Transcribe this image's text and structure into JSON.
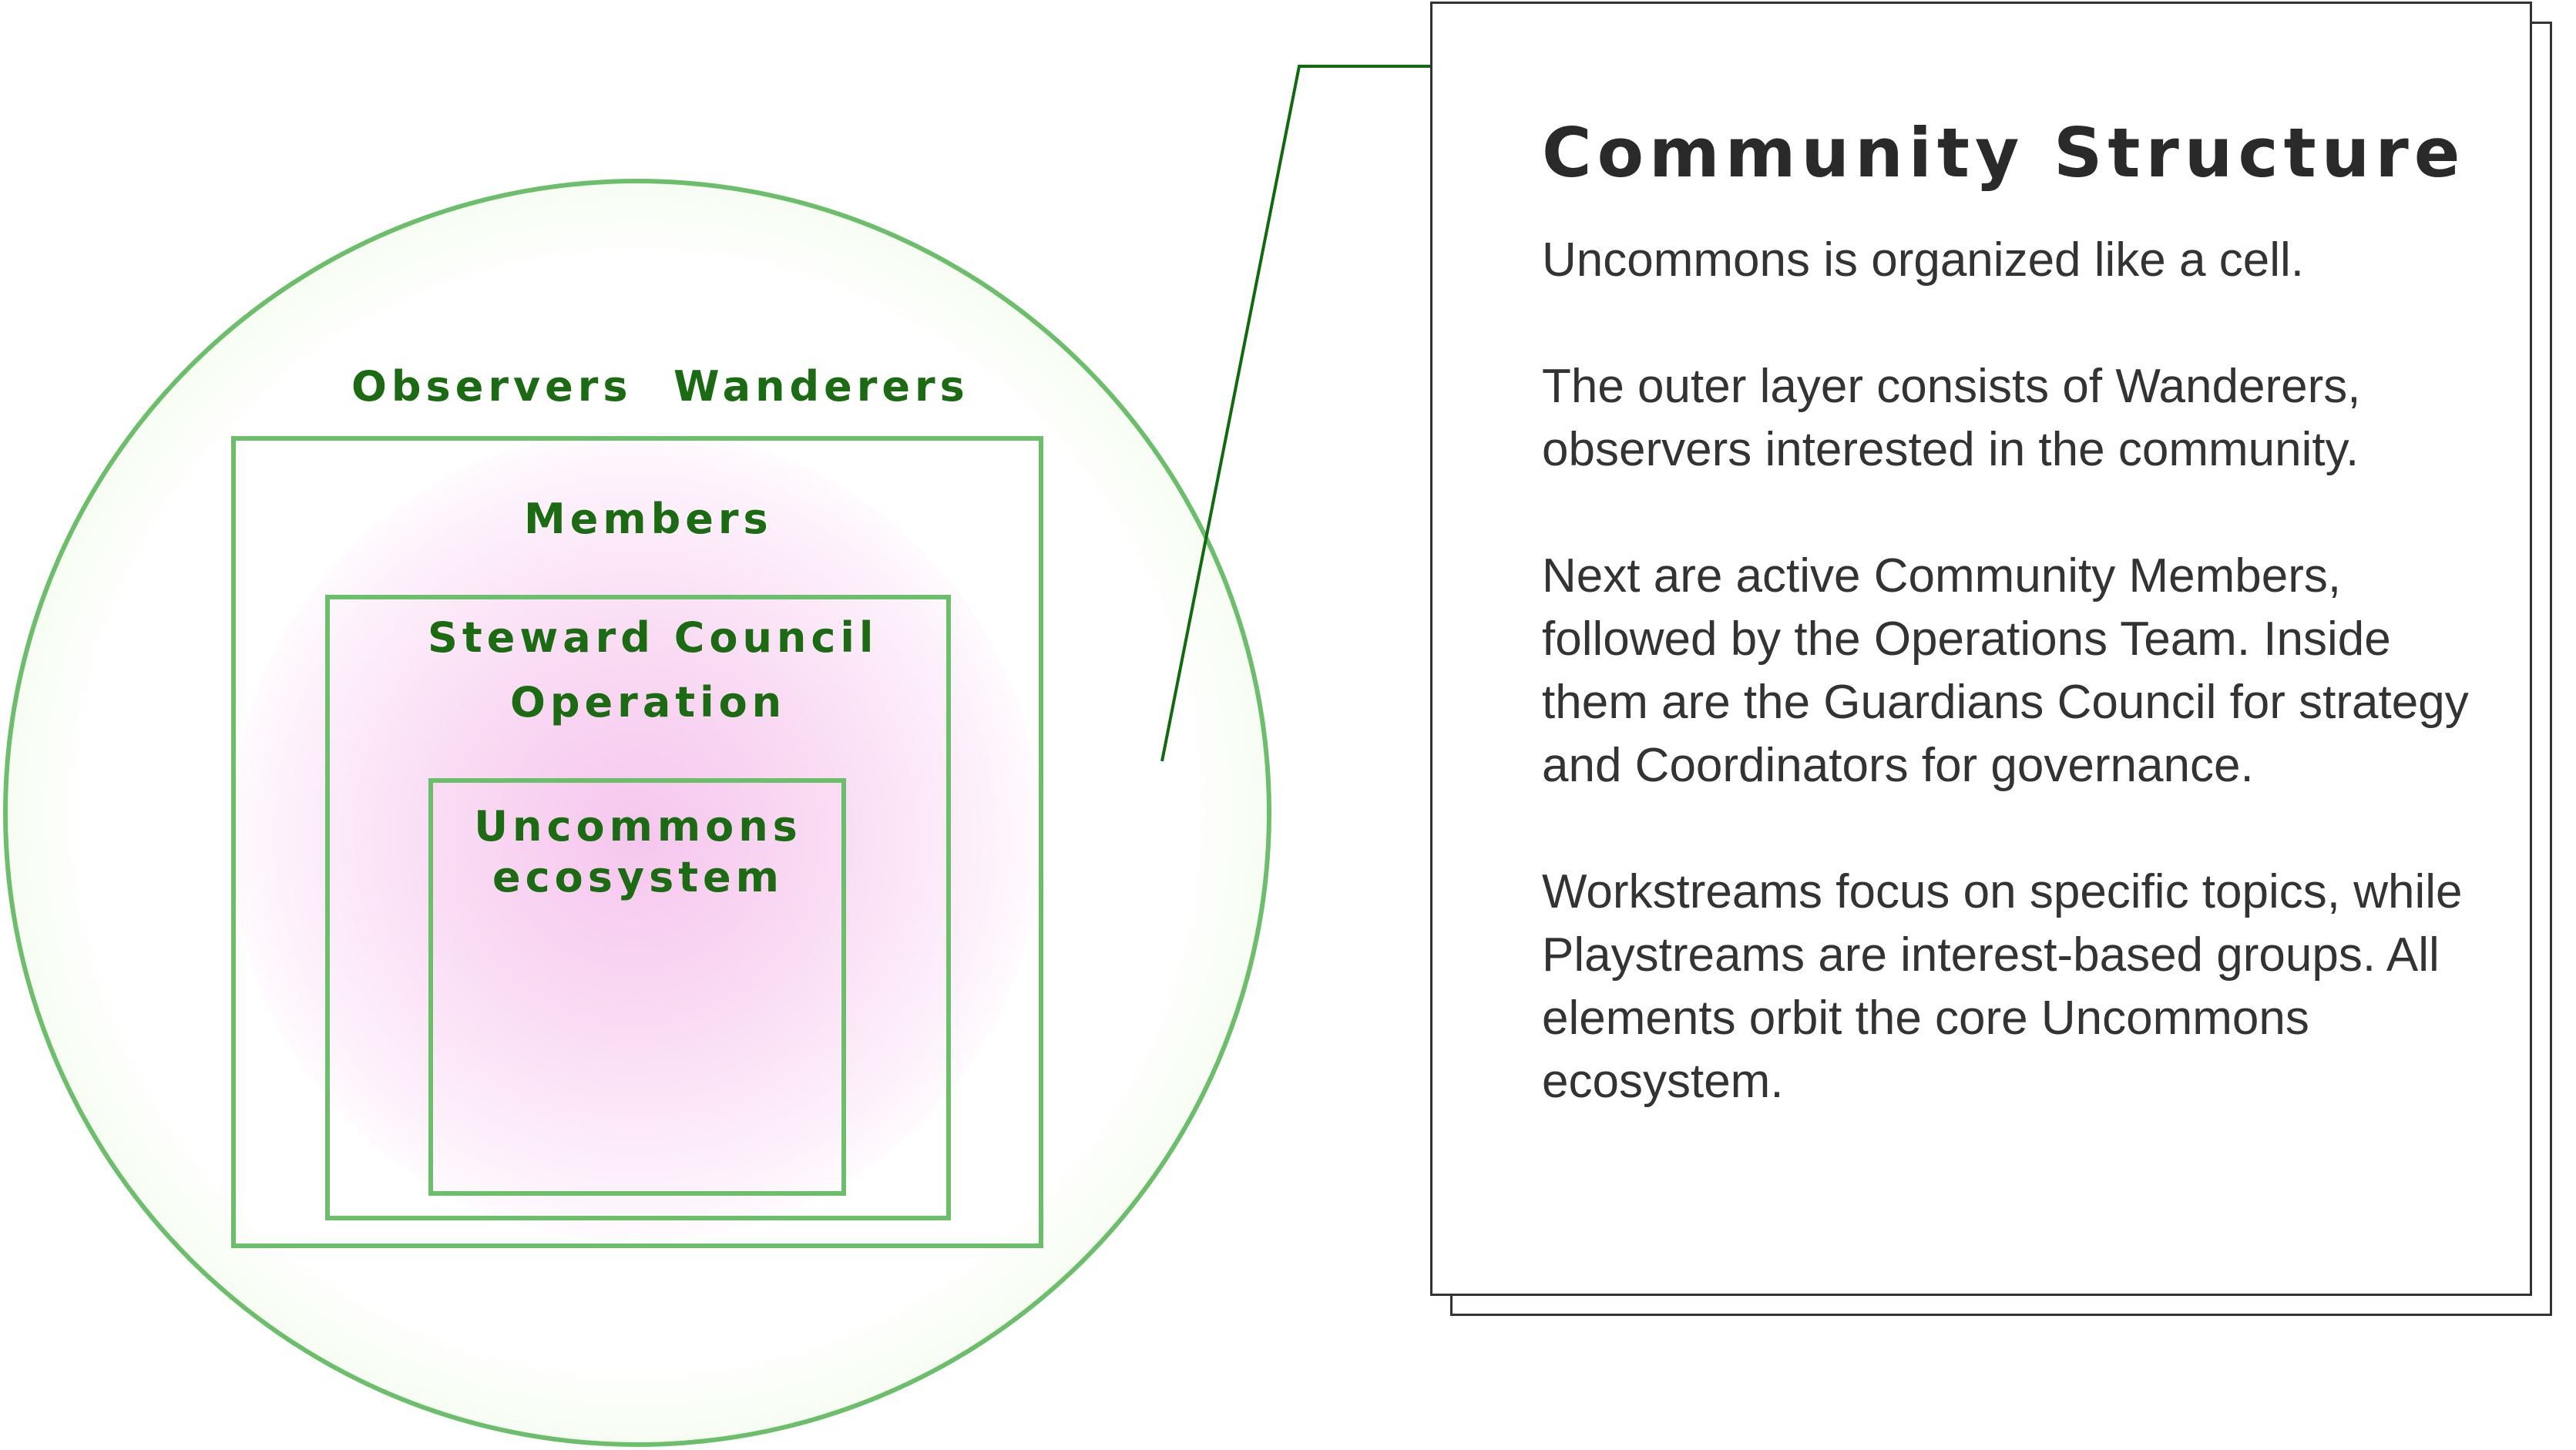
{
  "diagram": {
    "outer_labels": {
      "observers": "Observers",
      "wanderers": "Wanderers"
    },
    "members_label": "Members",
    "steward_label": "Steward Council",
    "operation_label": "Operation",
    "core_label": "Uncommons ecosystem"
  },
  "card": {
    "title": "Community Structure",
    "paragraphs": [
      "Uncommons is organized like a cell.",
      "The outer layer consists of Wanderers, observers interested in the community.",
      "Next are active Community Members, followed by the Operations Team. Inside them are the Guardians Council for strategy and Coordinators for governance.",
      "Workstreams focus on specific topics, while Playstreams are interest-based groups. All elements orbit the core Uncommons ecosystem."
    ]
  },
  "colors": {
    "accent_green": "#1a6b12",
    "outline_green": "#6cbf6a",
    "connector_dot": "#0f6b0c",
    "inner_glow": "#f6c6ee",
    "text_dark": "#333333"
  }
}
